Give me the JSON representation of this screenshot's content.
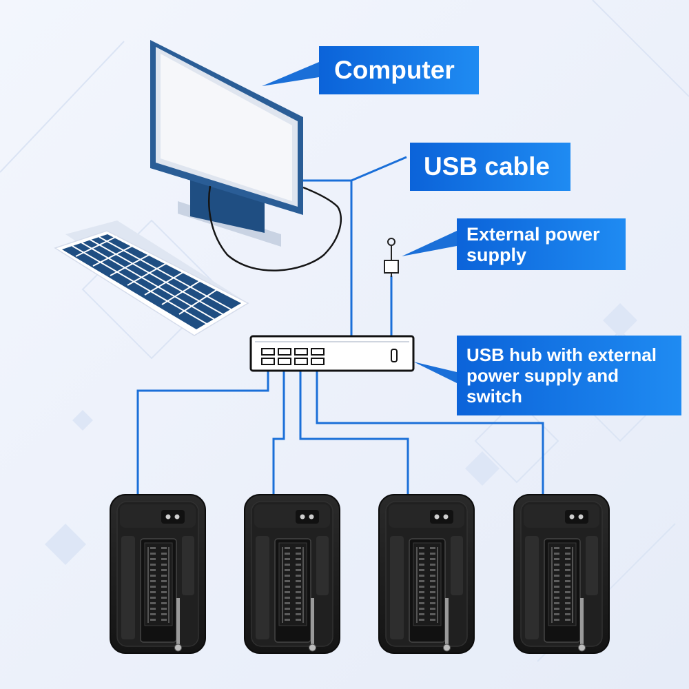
{
  "labels": {
    "computer": "Computer",
    "usb_cable": "USB cable",
    "external_power_supply": "External power supply",
    "usb_hub": "USB hub with external power supply and switch"
  },
  "colors": {
    "background": "#eef2fb",
    "label_blue": "#0b63d9",
    "label_blue_light": "#1f8bf2",
    "cable_blue": "#1a6fd8",
    "device_body": "#1c1c1c",
    "monitor_frame": "#1e4f86",
    "keyboard_key": "#1f4e82"
  },
  "icons": [
    "computer-monitor-icon",
    "keyboard-icon",
    "usb-hub-icon",
    "power-plug-icon",
    "programmer-device-icon"
  ]
}
